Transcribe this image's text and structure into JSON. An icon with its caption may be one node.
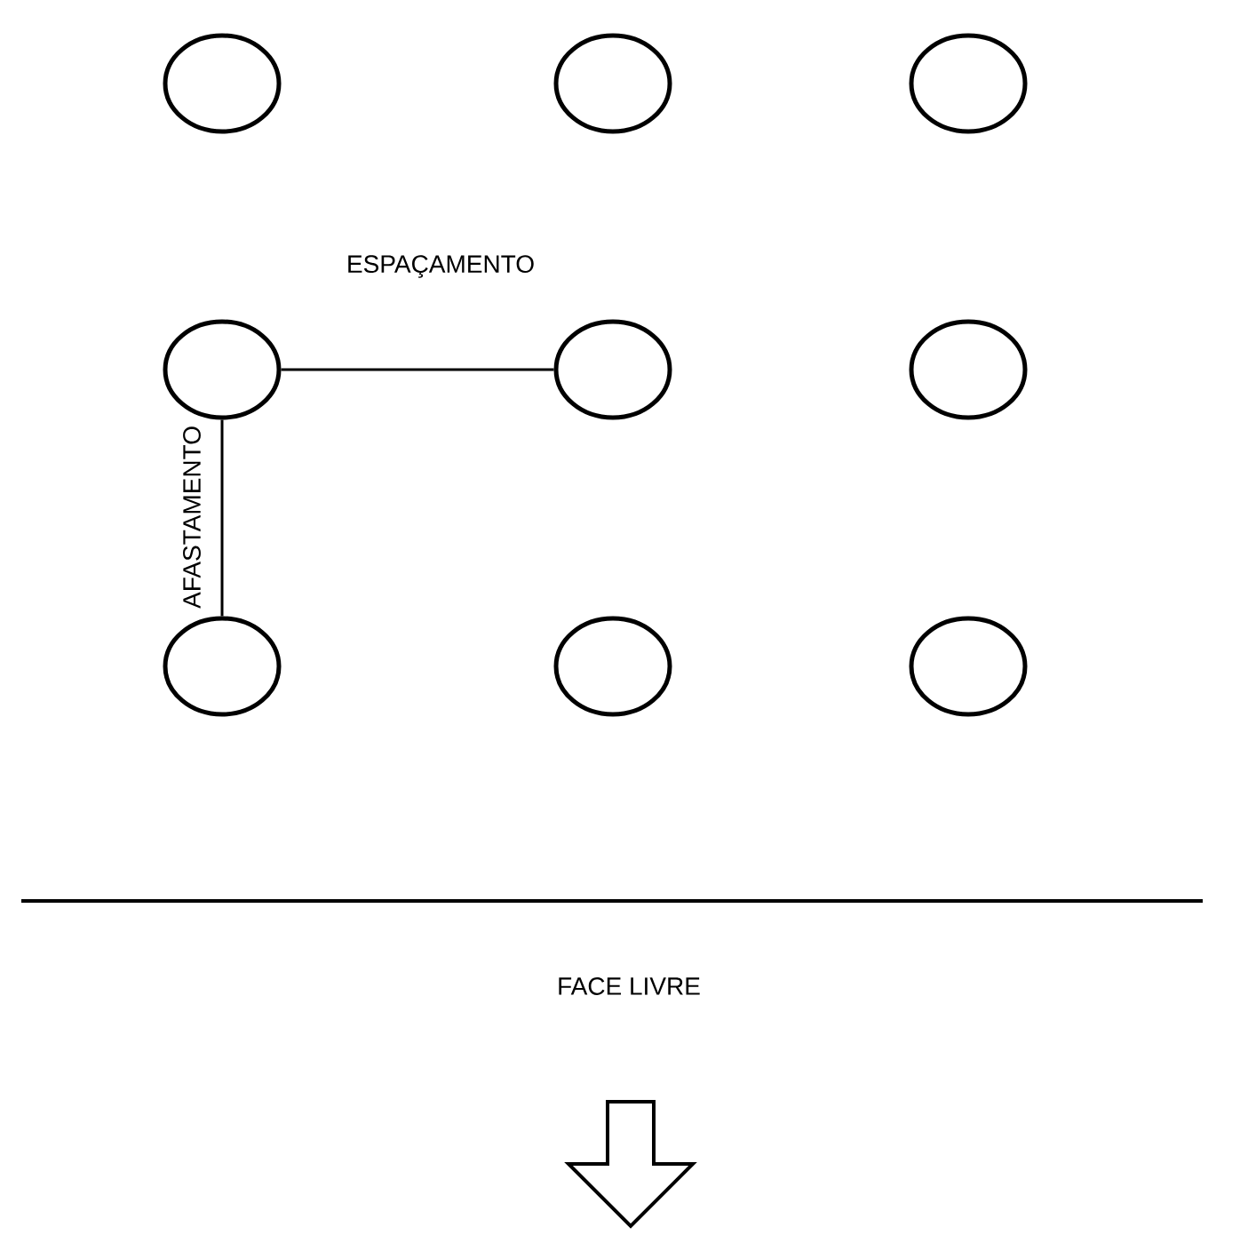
{
  "diagram": {
    "nodes": [
      {
        "text": [],
        "shape": "circle"
      },
      {
        "text": [],
        "shape": "circle"
      },
      {
        "text": [],
        "shape": "circle"
      },
      {
        "text": [],
        "shape": "circle"
      },
      {
        "text": [],
        "shape": "circle"
      },
      {
        "text": [],
        "shape": "circle"
      },
      {
        "text": [],
        "shape": "circle"
      },
      {
        "text": [],
        "shape": "circle"
      },
      {
        "text": [],
        "shape": "circle"
      }
    ],
    "edges": [
      {
        "from": 3,
        "to": 4,
        "arrow": "none",
        "label": "ESPAÇAMENTO"
      },
      {
        "from": 3,
        "to": 6,
        "arrow": "none",
        "label": "AFASTAMENTO"
      }
    ],
    "labels": [
      "FACE LIVRE"
    ]
  }
}
